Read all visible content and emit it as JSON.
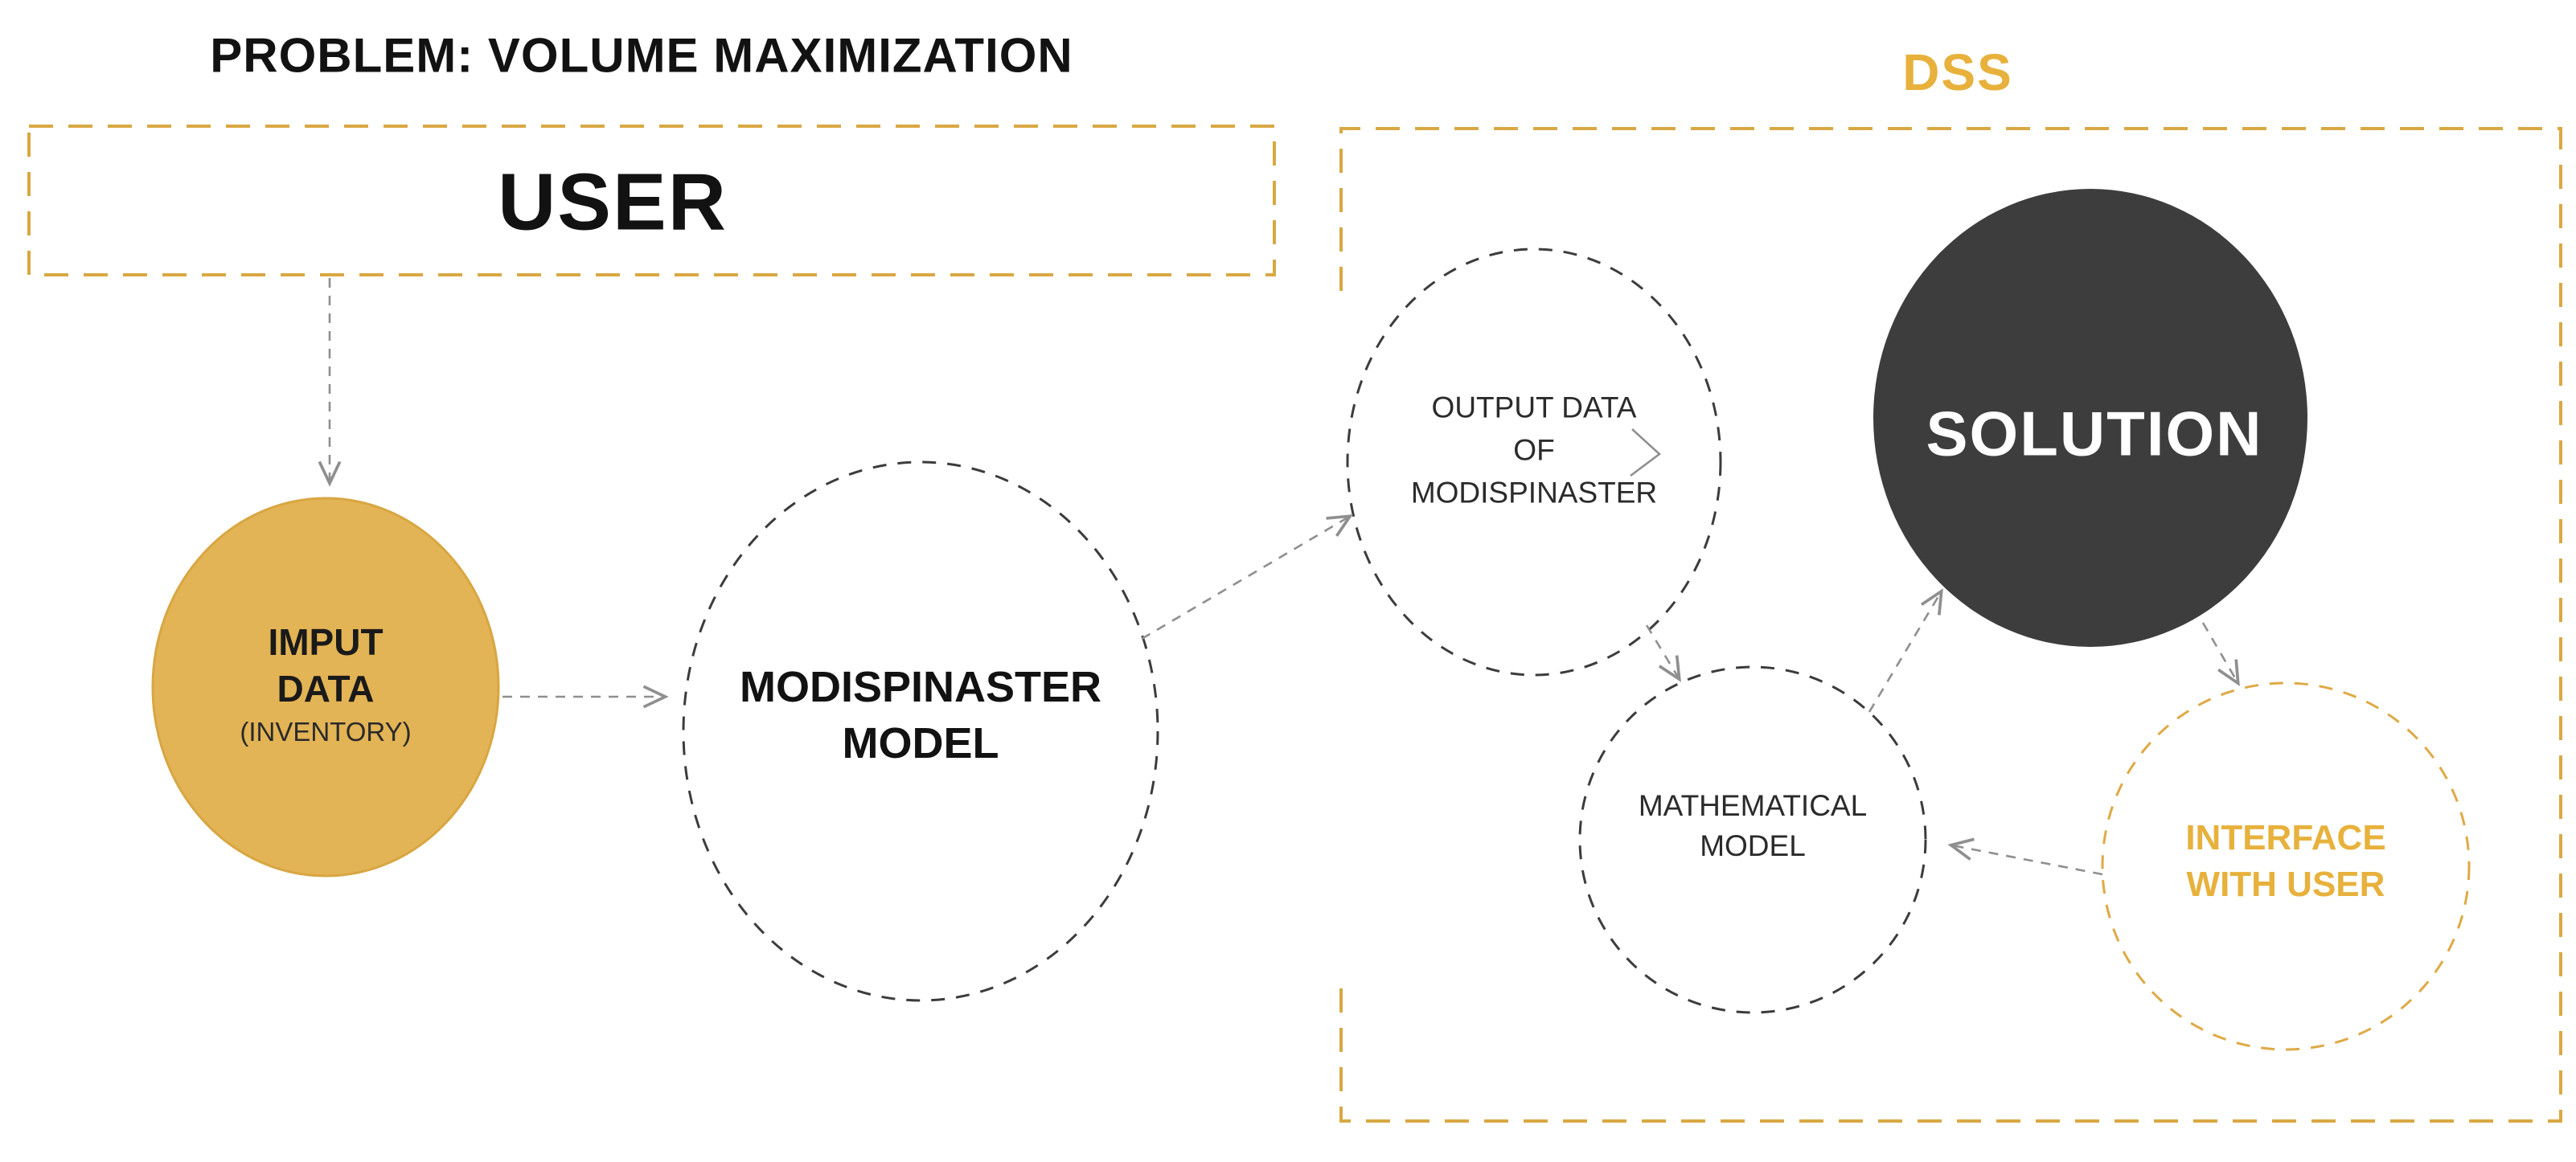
{
  "header": {
    "problem_title": "PROBLEM: VOLUME MAXIMIZATION",
    "dss_label": "DSS"
  },
  "containers": {
    "user_box": {
      "label": "USER",
      "border_style": "dashed",
      "border_color": "#D9A843"
    },
    "dss_box": {
      "caption": "DSS",
      "border_style": "dashed",
      "border_color": "#D9A843"
    }
  },
  "nodes": {
    "input_data": {
      "lines": [
        "IMPUT",
        "DATA",
        "(INVENTORY)"
      ],
      "style": "gold-filled",
      "fill": "#E3B455"
    },
    "modispinaster_model": {
      "lines": [
        "MODISPINASTER",
        "MODEL"
      ],
      "style": "dashed-outline",
      "stroke": "#3C3C3C"
    },
    "output_data": {
      "lines": [
        "OUTPUT DATA",
        "OF",
        "MODISPINASTER"
      ],
      "style": "dashed-outline",
      "stroke": "#3C3C3C"
    },
    "solution": {
      "lines": [
        "SOLUTION"
      ],
      "style": "dark-filled",
      "fill": "#3E3D3D"
    },
    "mathematical_model": {
      "lines": [
        "MATHEMATICAL",
        "MODEL"
      ],
      "style": "dashed-outline",
      "stroke": "#3C3C3C"
    },
    "interface_with_user": {
      "lines": [
        "INTERFACE",
        "WITH USER"
      ],
      "style": "gold-dashed-outline",
      "stroke": "#DFA945"
    }
  },
  "edges": [
    {
      "from": "user",
      "to": "input-data",
      "style": "dashed-arrow"
    },
    {
      "from": "input-data",
      "to": "modispinaster-model",
      "style": "dashed-arrow"
    },
    {
      "from": "modispinaster-model",
      "to": "output-data",
      "style": "dashed-arrow"
    },
    {
      "from": "output-data",
      "to": "mathematical-model",
      "style": "dashed-arrow"
    },
    {
      "from": "mathematical-model",
      "to": "solution",
      "style": "dashed-arrow"
    },
    {
      "from": "solution",
      "to": "interface-with-user",
      "style": "dashed-arrow"
    },
    {
      "from": "interface-with-user",
      "to": "mathematical-model",
      "style": "dashed-arrow"
    }
  ],
  "colors": {
    "background": "#FFFFFF",
    "gold_accent": "#D9A843",
    "gold_fill": "#E3B455",
    "gold_text": "#E7B13C",
    "dark_fill": "#3E3D3D",
    "node_stroke": "#3C3C3C",
    "arrow_gray": "#8F8F8F",
    "text_black": "#121212"
  }
}
